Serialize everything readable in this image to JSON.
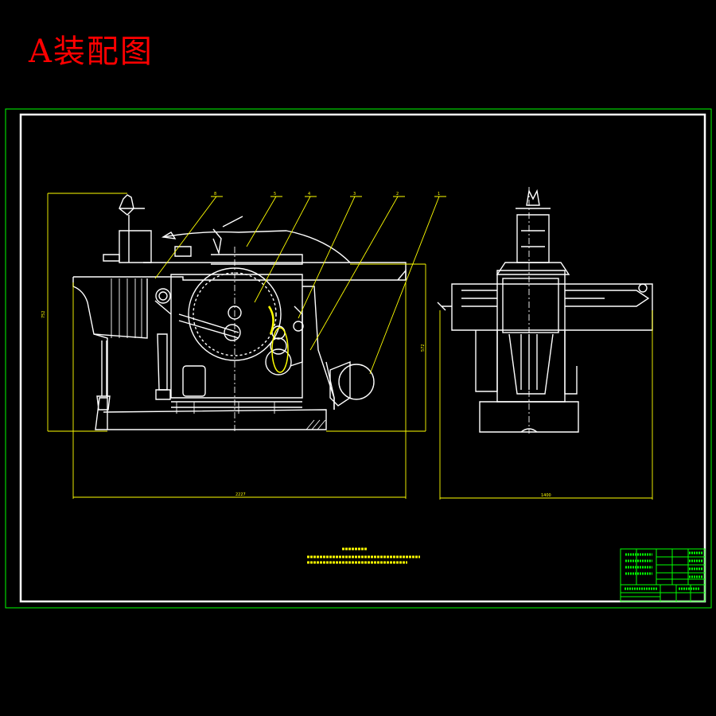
{
  "title": "A装配图",
  "dimensions": {
    "left_height": "752",
    "left_width": "2227",
    "right_height": "572",
    "right_width": "1400"
  },
  "balloons": [
    "8",
    "5",
    "4",
    "3",
    "2",
    "1"
  ],
  "colors": {
    "title": "#ff0000",
    "lines": "#ffffff",
    "dims": "#ffff00",
    "frame": "#00ff00"
  }
}
